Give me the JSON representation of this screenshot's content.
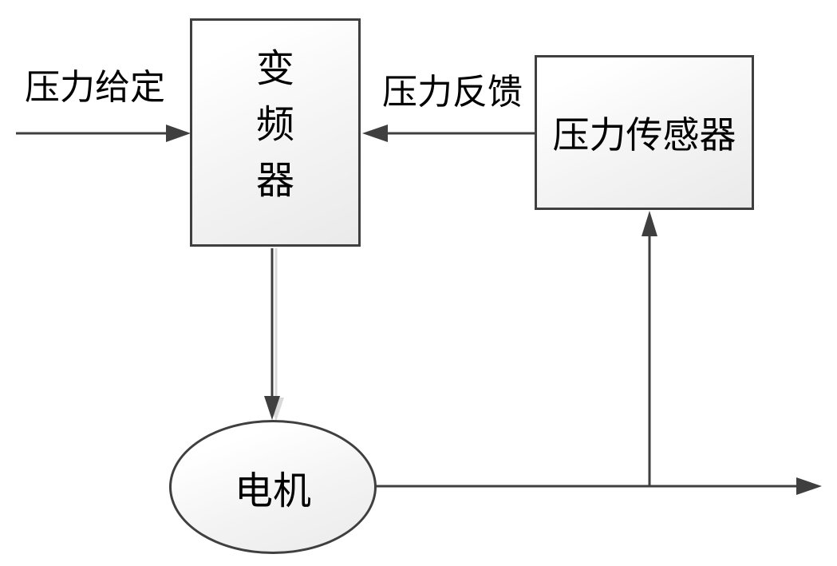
{
  "diagram": {
    "background_color": "#ffffff",
    "stroke_color": "#3f3f3f",
    "shadow_color": "#d9d9d9",
    "node_fill_gradient": {
      "from": "#ffffff",
      "to": "#eaeaea"
    },
    "nodes": {
      "inverter": {
        "label": "变频器",
        "shape": "rectangle"
      },
      "pressure_sensor": {
        "label": "压力传感器",
        "shape": "rectangle"
      },
      "motor": {
        "label": "电机",
        "shape": "ellipse"
      }
    },
    "edges": {
      "setpoint": {
        "label": "压力给定",
        "to": "inverter",
        "direction": "right"
      },
      "feedback": {
        "label": "压力反馈",
        "from": "pressure_sensor",
        "to": "inverter",
        "direction": "left"
      },
      "inverter_to_motor": {
        "label": "",
        "from": "inverter",
        "to": "motor",
        "direction": "down"
      },
      "motor_output": {
        "label": "",
        "from": "motor",
        "direction": "right"
      },
      "output_to_sensor": {
        "label": "",
        "to": "pressure_sensor",
        "direction": "up"
      }
    }
  }
}
